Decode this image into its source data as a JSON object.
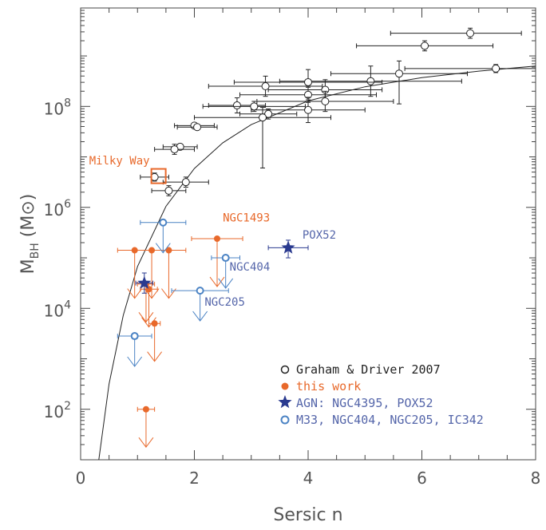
{
  "chart_data": {
    "type": "scatter",
    "title": "",
    "xlabel": "Sersic n",
    "ylabel_main": "M",
    "ylabel_sub": "BH",
    "ylabel_unit": "(M⊙)",
    "xlim": [
      0,
      8
    ],
    "ylim_log10": [
      1,
      9.95
    ],
    "y_scale": "log",
    "x_ticks": [
      "0",
      "2",
      "4",
      "6",
      "8"
    ],
    "y_ticks": [
      {
        "base": "10",
        "exp": "2",
        "log": 2
      },
      {
        "base": "10",
        "exp": "4",
        "log": 4
      },
      {
        "base": "10",
        "exp": "6",
        "log": 6
      },
      {
        "base": "10",
        "exp": "8",
        "log": 8
      }
    ],
    "grid": false,
    "legend_position": "bottom-right",
    "colors": {
      "graham": "#222222",
      "this_work": "#e8692b",
      "agn": "#2a3a8f",
      "others": "#4b83c4",
      "curve": "#222222",
      "text_blue": "#5566aa"
    },
    "relation_curve_log": [
      [
        0.32,
        1.0
      ],
      [
        0.5,
        2.5
      ],
      [
        0.75,
        3.86
      ],
      [
        1.0,
        4.83
      ],
      [
        1.5,
        6.02
      ],
      [
        2.0,
        6.77
      ],
      [
        2.5,
        7.28
      ],
      [
        3.0,
        7.64
      ],
      [
        4.0,
        8.11
      ],
      [
        5.0,
        8.39
      ],
      [
        6.0,
        8.57
      ],
      [
        7.0,
        8.7
      ],
      [
        8.0,
        8.8
      ]
    ],
    "series": [
      {
        "name": "Graham & Driver 2007",
        "marker": "open-circle",
        "points": [
          {
            "n": 6.85,
            "logM": 9.45,
            "xerr": [
              1.4,
              0.9
            ],
            "yerr": [
              0.1,
              0.1
            ]
          },
          {
            "n": 6.05,
            "logM": 9.2,
            "xerr": [
              1.2,
              1.2
            ],
            "yerr": [
              0.1,
              0.1
            ]
          },
          {
            "n": 7.3,
            "logM": 8.75,
            "xerr": [
              1.6,
              0.7
            ],
            "yerr": [
              0.08,
              0.08
            ]
          },
          {
            "n": 5.6,
            "logM": 8.65,
            "xerr": [
              1.2,
              1.2
            ],
            "yerr": [
              0.6,
              0.25
            ]
          },
          {
            "n": 5.1,
            "logM": 8.5,
            "xerr": [
              1.6,
              1.6
            ],
            "yerr": [
              0.3,
              0.3
            ]
          },
          {
            "n": 4.0,
            "logM": 8.48,
            "xerr": [
              1.3,
              1.3
            ],
            "yerr": [
              0.35,
              0.25
            ]
          },
          {
            "n": 4.3,
            "logM": 8.33,
            "xerr": [
              1.0,
              1.0
            ],
            "yerr": [
              0.2,
              0.2
            ]
          },
          {
            "n": 3.25,
            "logM": 8.4,
            "xerr": [
              1.0,
              1.0
            ],
            "yerr": [
              0.2,
              0.2
            ]
          },
          {
            "n": 4.0,
            "logM": 8.23,
            "xerr": [
              1.2,
              1.2
            ],
            "yerr": [
              0.15,
              0.15
            ]
          },
          {
            "n": 4.3,
            "logM": 8.1,
            "xerr": [
              1.2,
              1.2
            ],
            "yerr": [
              0.2,
              0.2
            ]
          },
          {
            "n": 4.0,
            "logM": 7.93,
            "xerr": [
              1.0,
              1.0
            ],
            "yerr": [
              0.25,
              0.25
            ]
          },
          {
            "n": 2.75,
            "logM": 8.02,
            "xerr": [
              0.5,
              0.5
            ],
            "yerr": [
              0.15,
              0.15
            ]
          },
          {
            "n": 3.05,
            "logM": 8.0,
            "xerr": [
              0.9,
              0.9
            ],
            "yerr": [
              0.1,
              0.1
            ]
          },
          {
            "n": 3.3,
            "logM": 7.85,
            "xerr": [
              0.5,
              0.5
            ],
            "yerr": [
              0.1,
              0.1
            ]
          },
          {
            "n": 3.2,
            "logM": 7.78,
            "xerr": [
              1.2,
              1.2
            ],
            "yerr": [
              1.0,
              0.2
            ]
          },
          {
            "n": 2.0,
            "logM": 7.62,
            "xerr": [
              0.35,
              0.35
            ],
            "yerr": [
              0.05,
              0.05
            ]
          },
          {
            "n": 2.05,
            "logM": 7.59,
            "xerr": [
              0.35,
              0.35
            ],
            "yerr": [
              0.05,
              0.05
            ]
          },
          {
            "n": 1.75,
            "logM": 7.2,
            "xerr": [
              0.3,
              0.3
            ],
            "yerr": [
              0.05,
              0.05
            ]
          },
          {
            "n": 1.65,
            "logM": 7.15,
            "xerr": [
              0.35,
              0.35
            ],
            "yerr": [
              0.1,
              0.1
            ]
          },
          {
            "n": 1.3,
            "logM": 6.6,
            "xerr": [
              0.25,
              0.25
            ],
            "yerr": [
              0.08,
              0.08
            ]
          },
          {
            "n": 1.85,
            "logM": 6.5,
            "xerr": [
              0.4,
              0.4
            ],
            "yerr": [
              0.1,
              0.1
            ]
          },
          {
            "n": 1.55,
            "logM": 6.33,
            "xerr": [
              0.3,
              0.3
            ],
            "yerr": [
              0.1,
              0.1
            ]
          }
        ]
      },
      {
        "name": "this work",
        "marker": "filled-circle",
        "points": [
          {
            "n": 0.95,
            "logM": 5.15,
            "xerr": [
              0.3,
              0.3
            ],
            "uplim": true
          },
          {
            "n": 1.25,
            "logM": 5.15,
            "xerr": [
              0.3,
              0.3
            ],
            "uplim": true
          },
          {
            "n": 1.55,
            "logM": 5.15,
            "xerr": [
              0.3,
              0.3
            ],
            "uplim": true
          },
          {
            "n": 2.4,
            "logM": 5.38,
            "xerr": [
              0.45,
              0.45
            ],
            "uplim": true
          },
          {
            "n": 1.15,
            "logM": 4.48,
            "xerr": [
              0.15,
              0.15
            ],
            "uplim": true
          },
          {
            "n": 1.2,
            "logM": 4.38,
            "xerr": [
              0.15,
              0.15
            ],
            "uplim": true
          },
          {
            "n": 1.3,
            "logM": 3.7,
            "xerr": [
              0.1,
              0.1
            ],
            "uplim": true
          },
          {
            "n": 1.15,
            "logM": 2.0,
            "xerr": [
              0.15,
              0.15
            ],
            "uplim": true
          }
        ]
      },
      {
        "name": "AGN: NGC4395, POX52",
        "marker": "star",
        "points": [
          {
            "n": 3.65,
            "logM": 5.2,
            "xerr": [
              0.35,
              0.35
            ],
            "yerr": [
              0.2,
              0.15
            ]
          },
          {
            "n": 1.12,
            "logM": 4.5,
            "xerr": [
              0.15,
              0.15
            ],
            "yerr": [
              0.2,
              0.2
            ]
          }
        ]
      },
      {
        "name": "M33, NGC404, NGC205, IC342",
        "marker": "open-circle",
        "points": [
          {
            "n": 1.45,
            "logM": 5.7,
            "xerr": [
              0.4,
              0.4
            ],
            "uplim": true
          },
          {
            "n": 2.55,
            "logM": 5.0,
            "xerr": [
              0.25,
              0.25
            ],
            "uplim": true
          },
          {
            "n": 2.1,
            "logM": 4.35,
            "xerr": [
              0.5,
              0.5
            ],
            "uplim": true
          },
          {
            "n": 0.95,
            "logM": 3.45,
            "xerr": [
              0.3,
              0.3
            ],
            "uplim": true
          }
        ]
      }
    ],
    "annotations": [
      {
        "text": "Milky Way",
        "color": "this_work",
        "n": 0.15,
        "logM": 6.85
      },
      {
        "text": "NGC1493",
        "color": "this_work",
        "n": 2.5,
        "logM": 5.72
      },
      {
        "text": "POX52",
        "color": "text_blue",
        "n": 3.9,
        "logM": 5.38
      },
      {
        "text": "NGC404",
        "color": "text_blue",
        "n": 2.62,
        "logM": 4.75
      },
      {
        "text": "NGC205",
        "color": "text_blue",
        "n": 2.18,
        "logM": 4.05
      }
    ],
    "milky_way_box": {
      "n": 1.37,
      "logM": 6.62
    }
  },
  "legend": [
    {
      "label": "Graham & Driver 2007",
      "marker": "open-circle",
      "color": "#222222"
    },
    {
      "label": "this work",
      "marker": "filled-circle",
      "color": "#e8692b"
    },
    {
      "label": "AGN: NGC4395, POX52",
      "marker": "star",
      "color": "#2a3a8f",
      "text_color": "#5566aa"
    },
    {
      "label": "M33, NGC404, NGC205, IC342",
      "marker": "open-circle",
      "color": "#4b83c4",
      "text_color": "#5566aa"
    }
  ]
}
